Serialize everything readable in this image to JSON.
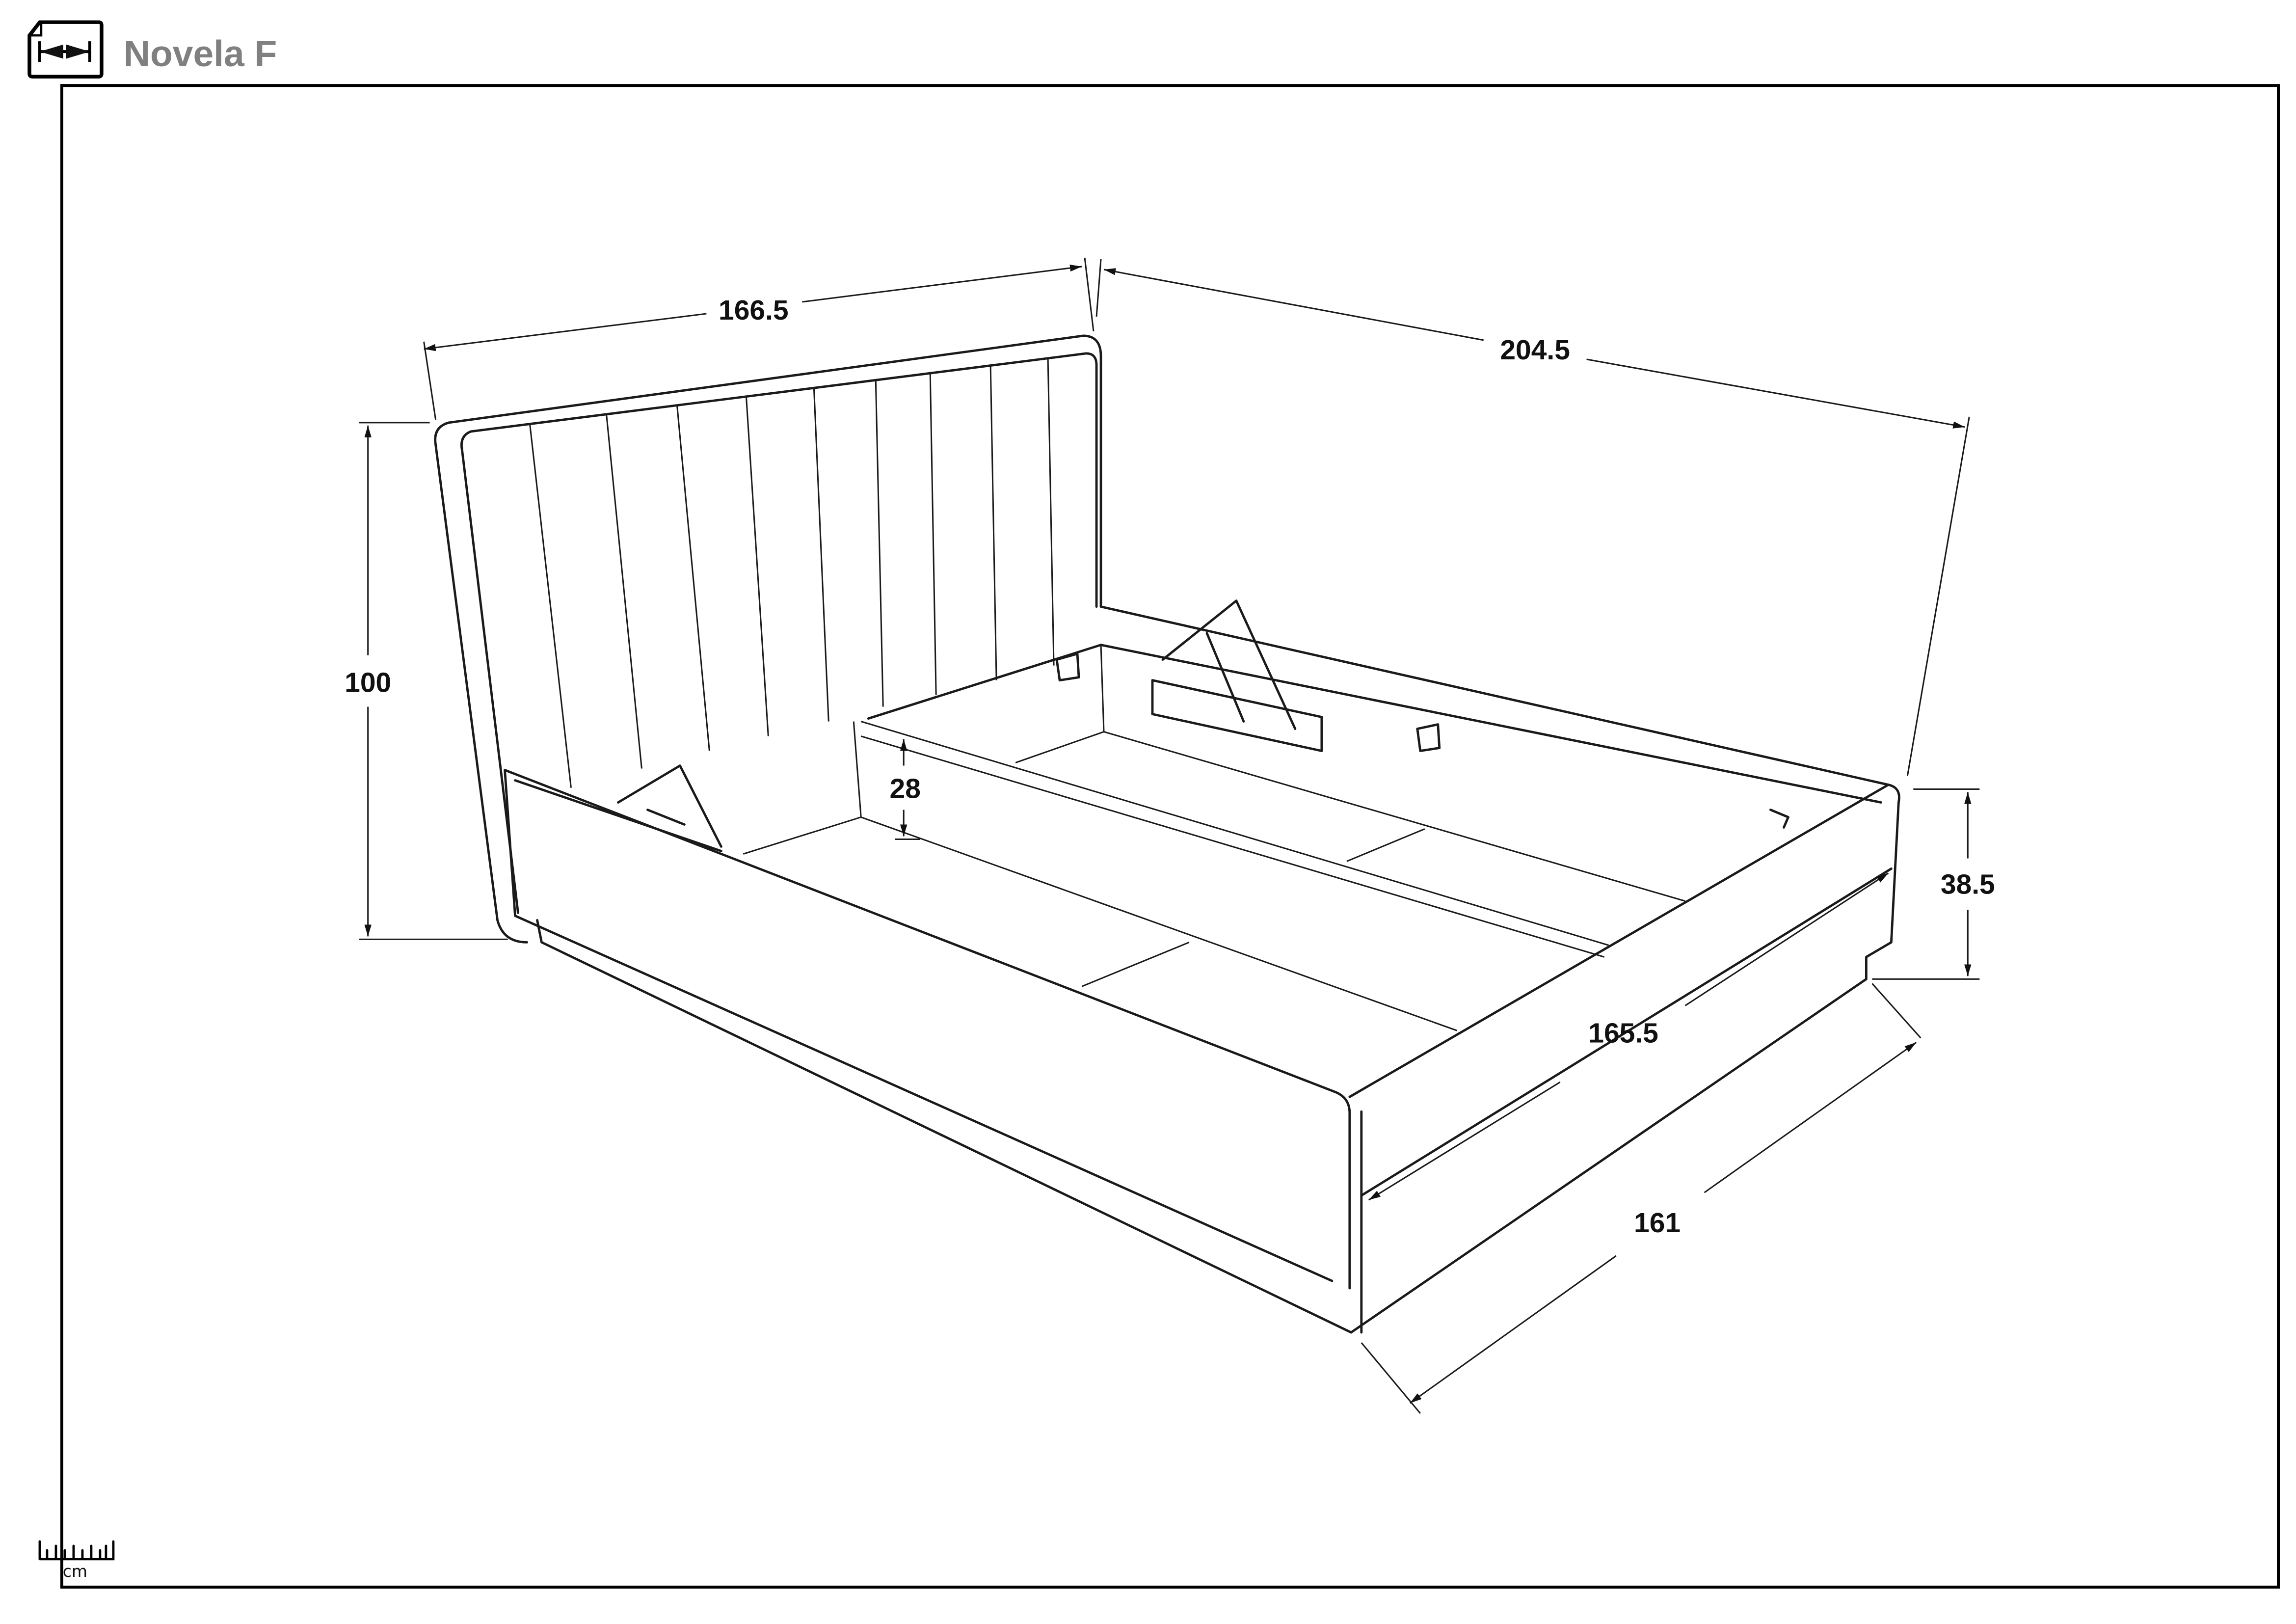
{
  "header": {
    "title": "Novela F",
    "icon": "dimensions-icon"
  },
  "dimensions": {
    "headboard_width": "166.5",
    "length": "204.5",
    "headboard_height": "100",
    "storage_depth": "28",
    "frame_height": "38.5",
    "inner_width": "165.5",
    "base_width": "161"
  },
  "scale": {
    "unit": "cm",
    "icon": "ruler-icon"
  },
  "colors": {
    "title": "#808080",
    "line": "#1a1a1a"
  }
}
